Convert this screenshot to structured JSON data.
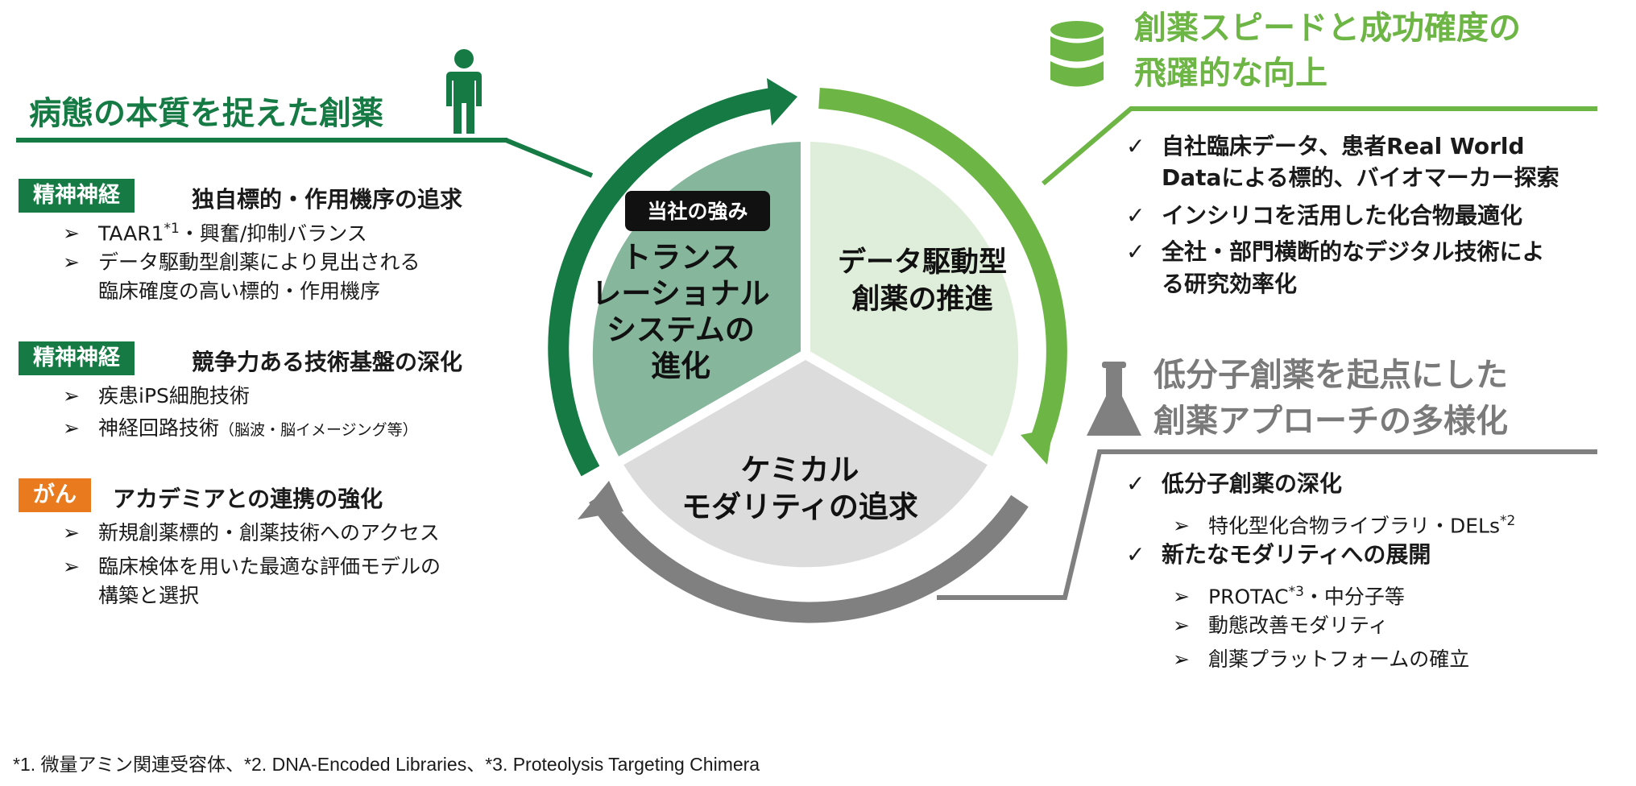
{
  "left": {
    "title": "病態の本質を捉えた創薬",
    "sections": [
      {
        "tag": "精神神経",
        "heading": "独自標的・作用機序の追求",
        "b1_pre": "TAAR1",
        "b1_sup": "*1",
        "b1_post": "・興奮/抑制バランス",
        "b2_line1": "データ駆動型創薬により見出される",
        "b2_line2": "臨床確度の高い標的・作用機序"
      },
      {
        "tag": "精神神経",
        "heading": "競争力ある技術基盤の深化",
        "b1": "疾患iPS細胞技術",
        "b2_main": "神経回路技術",
        "b2_small": "（脳波・脳イメージング等）"
      },
      {
        "tag": "がん",
        "heading": "アカデミアとの連携の強化",
        "b1": "新規創薬標的・創薬技術へのアクセス",
        "b2_line1": "臨床検体を用いた最適な評価モデルの",
        "b2_line2": "構築と選択"
      }
    ]
  },
  "center": {
    "badge": "当社の強み",
    "seg1": [
      "トランス",
      "レーショナル",
      "システムの",
      "進化"
    ],
    "seg2": [
      "データ駆動型",
      "創薬の推進"
    ],
    "seg3": [
      "ケミカル",
      "モダリティの追求"
    ]
  },
  "right_top": {
    "title_line1": "創薬スピードと成功確度の",
    "title_line2": "飛躍的な向上",
    "items": [
      {
        "line1": "自社臨床データ、患者Real World",
        "line2": "Dataによる標的、バイオマーカー探索"
      },
      {
        "line1": "インシリコを活用した化合物最適化",
        "line2": ""
      },
      {
        "line1": "全社・部門横断的なデジタル技術によ",
        "line2": "る研究効率化"
      }
    ]
  },
  "right_bottom": {
    "title_line1": "低分子創薬を起点にした",
    "title_line2": "創薬アプローチの多様化",
    "item1": "低分子創薬の深化",
    "item1_sub": {
      "pre": "特化型化合物ライブラリ・DELs",
      "sup": "*2"
    },
    "item2": "新たなモダリティへの展開",
    "item2_subs": [
      {
        "pre": "PROTAC",
        "sup": "*3",
        "post": "・中分子等"
      },
      {
        "pre": "動態改善モダリティ",
        "sup": "",
        "post": ""
      },
      {
        "pre": "創薬プラットフォームの確立",
        "sup": "",
        "post": ""
      }
    ]
  },
  "markers": {
    "arrow": "➢",
    "check": "✓"
  },
  "footnote": "*1. 微量アミン関連受容体、*2. DNA-Encoded Libraries、*3. Proteolysis Targeting Chimera",
  "colors": {
    "dark_green": "#157a43",
    "seg1_fill": "#86b69c",
    "light_green": "#6db544",
    "seg2_fill": "#dfeeda",
    "gray": "#808080",
    "seg3_fill": "#dcdcdc",
    "orange": "#ea7a1e"
  }
}
